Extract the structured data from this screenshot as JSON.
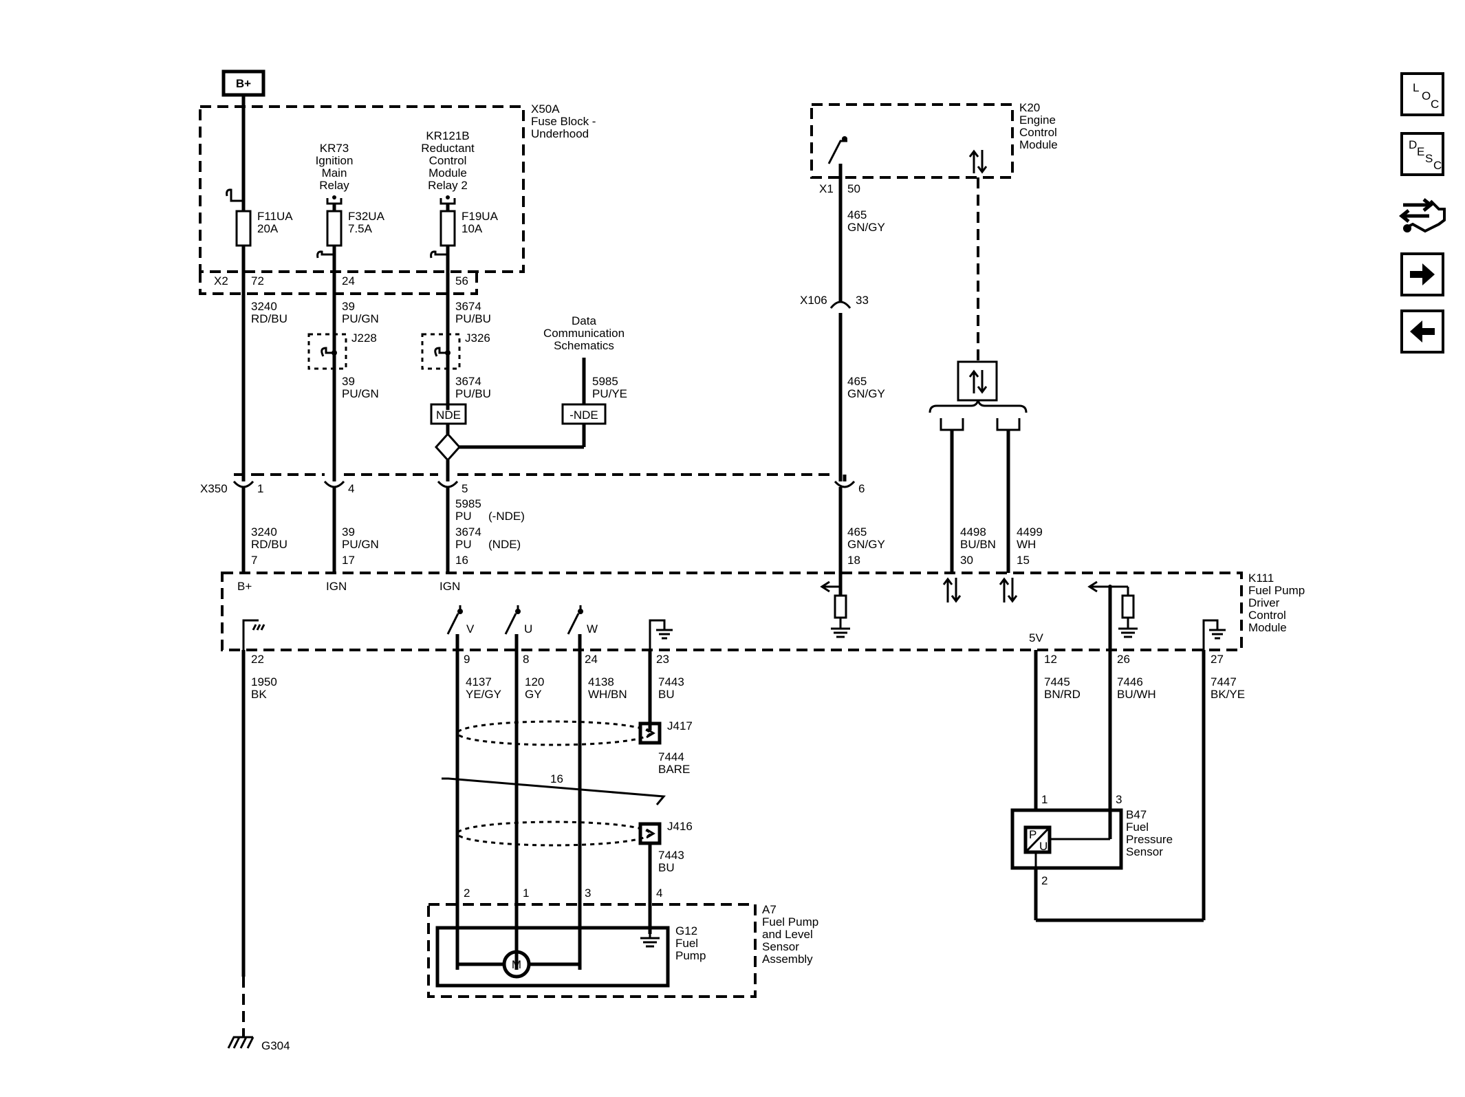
{
  "power": {
    "bplus": "B+"
  },
  "x50a": {
    "id": "X50A",
    "name1": "Fuse Block -",
    "name2": "Underhood"
  },
  "kr73": {
    "id": "KR73",
    "l1": "Ignition",
    "l2": "Main",
    "l3": "Relay"
  },
  "kr121b": {
    "id": "KR121B",
    "l1": "Reductant",
    "l2": "Control",
    "l3": "Module",
    "l4": "Relay 2"
  },
  "fuses": {
    "f11": {
      "id": "F11UA",
      "rating": "20A"
    },
    "f32": {
      "id": "F32UA",
      "rating": "7.5A"
    },
    "f19": {
      "id": "F19UA",
      "rating": "10A"
    }
  },
  "x2": {
    "id": "X2",
    "p72": "72",
    "p24": "24",
    "p56": "56"
  },
  "wires": {
    "w3240": {
      "circuit": "3240",
      "color": "RD/BU"
    },
    "w39": {
      "circuit": "39",
      "color": "PU/GN"
    },
    "w3674": {
      "circuit": "3674",
      "color": "PU/BU"
    },
    "w5985": {
      "circuit": "5985",
      "color": "PU/YE"
    },
    "w465": {
      "circuit": "465",
      "color": "GN/GY"
    },
    "w4498": {
      "circuit": "4498",
      "color": "BU/BN"
    },
    "w4499": {
      "circuit": "4499",
      "color": "WH"
    },
    "w1950": {
      "circuit": "1950",
      "color": "BK"
    },
    "w4137": {
      "circuit": "4137",
      "color": "YE/GY"
    },
    "w120": {
      "circuit": "120",
      "color": "GY"
    },
    "w4138": {
      "circuit": "4138",
      "color": "WH/BN"
    },
    "w7443": {
      "circuit": "7443",
      "color": "BU"
    },
    "w7444": {
      "circuit": "7444",
      "color": "BARE"
    },
    "w7445": {
      "circuit": "7445",
      "color": "BN/RD"
    },
    "w7446": {
      "circuit": "7446",
      "color": "BU/WH"
    },
    "w7447": {
      "circuit": "7447",
      "color": "BK/YE"
    }
  },
  "splices": {
    "j228": "J228",
    "j326": "J326",
    "j417": "J417",
    "j416": "J416"
  },
  "options": {
    "nde": "NDE",
    "neg_nde": "-NDE"
  },
  "dcs": {
    "l1": "Data",
    "l2": "Communication",
    "l3": "Schematics"
  },
  "x350": {
    "id": "X350",
    "p1": "1",
    "p4": "4",
    "p5": "5",
    "p6": "6",
    "w5985pu_circuit": "5985",
    "w5985pu_color": "PU",
    "w5985pu_opt": "(-NDE)",
    "w3674pu_circuit": "3674",
    "w3674pu_color": "PU",
    "w3674pu_opt": "(NDE)"
  },
  "k20": {
    "id": "K20",
    "l1": "Engine",
    "l2": "Control",
    "l3": "Module",
    "conn": "X1",
    "pin": "50"
  },
  "x106": {
    "id": "X106",
    "pin": "33"
  },
  "k111": {
    "id": "K111",
    "l1": "Fuel Pump",
    "l2": "Driver",
    "l3": "Control",
    "l4": "Module",
    "p7": "7",
    "p17": "17",
    "p16": "16",
    "p18": "18",
    "p30": "30",
    "p15": "15",
    "bplus": "B+",
    "ign1": "IGN",
    "ign2": "IGN",
    "v": "V",
    "u": "U",
    "wph": "W",
    "v5": "5V",
    "p22": "22",
    "p9": "9",
    "p8": "8",
    "p24": "24",
    "p23": "23",
    "p12": "12",
    "p26": "26",
    "p27": "27"
  },
  "shield": {
    "twist": "16"
  },
  "b47": {
    "id": "B47",
    "l1": "Fuel",
    "l2": "Pressure",
    "l3": "Sensor",
    "p1": "1",
    "p3": "3",
    "p2": "2",
    "sym_p": "P",
    "sym_u": "U"
  },
  "a7": {
    "id": "A7",
    "l1": "Fuel Pump",
    "l2": "and Level",
    "l3": "Sensor",
    "l4": "Assembly",
    "p2": "2",
    "p1": "1",
    "p3": "3",
    "p4": "4"
  },
  "g12": {
    "id": "G12",
    "l1": "Fuel",
    "l2": "Pump",
    "motor": "M"
  },
  "ground": {
    "id": "G304"
  },
  "nav": {
    "loc_l": "L",
    "loc_o": "O",
    "loc_c": "C",
    "desc_d": "D",
    "desc_e": "E",
    "desc_s": "S",
    "desc_c": "C"
  }
}
